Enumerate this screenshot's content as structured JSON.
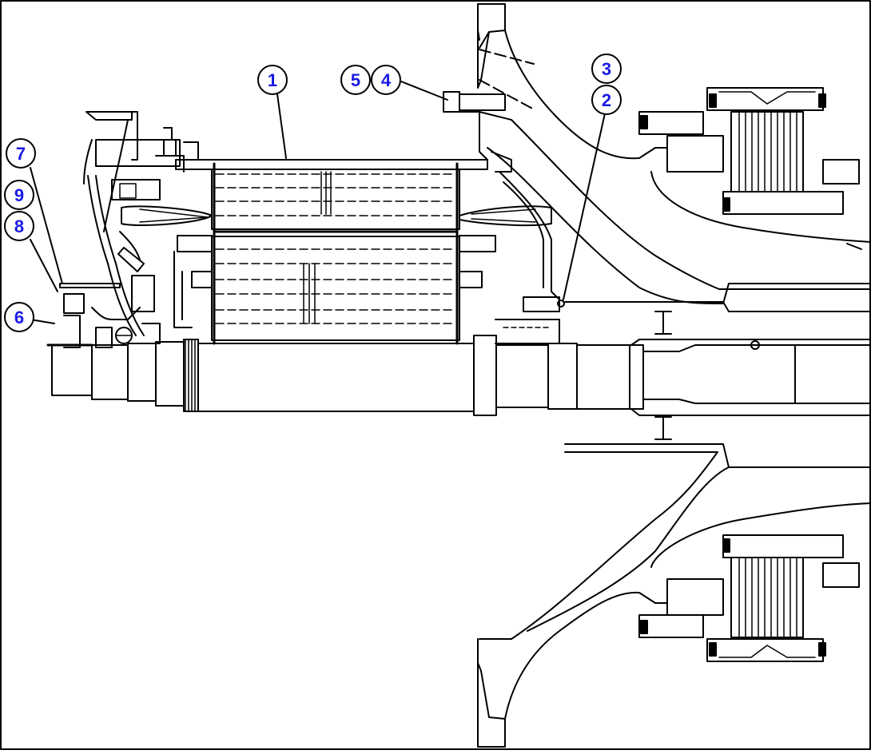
{
  "callouts": [
    "1",
    "2",
    "3",
    "4",
    "5",
    "6",
    "7",
    "8",
    "9"
  ],
  "colors": {
    "line": "#000000",
    "background": "#ffffff",
    "callout_fill": "#ffffff",
    "callout_text": "#1a1ae6"
  }
}
